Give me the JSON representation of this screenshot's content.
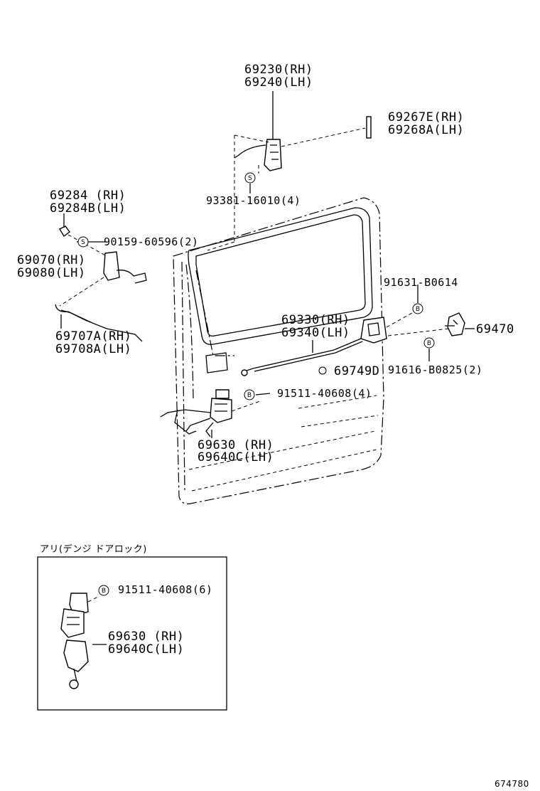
{
  "parts": {
    "outside_handle": {
      "rh": "69230(RH)",
      "lh": "69240(LH)"
    },
    "handle_pad": {
      "rh": "69267E(RH)",
      "lh": "69268A(LH)"
    },
    "screw_handle": "93381-16010(4)",
    "lock_rod_clip": {
      "rh": "69284 (RH)",
      "lh": "69284B(LH)"
    },
    "screw_front": "90159-60596(2)",
    "lock_remote": {
      "rh": "69070(RH)",
      "lh": "69080(LH)"
    },
    "rod_front": {
      "rh": "69707A(RH)",
      "lh": "69708A(LH)"
    },
    "bolt_rear_upper": "91631-B0614",
    "rear_lock": {
      "rh": "69330(RH)",
      "lh": "69340(LH)"
    },
    "striker": "69470",
    "clip_rod": "69749D",
    "bolt_striker": "91616-B0825(2)",
    "bolt_lower": "91511-40608(4)",
    "lower_lock": {
      "rh": "69630 (RH)",
      "lh": "69640C(LH)"
    }
  },
  "inset": {
    "caption": "アリ(デンジ ドアロック)",
    "bolt": "91511-40608(6)",
    "lock": {
      "rh": "69630 (RH)",
      "lh": "69640C(LH)"
    }
  },
  "symbols": {
    "s": "S",
    "b": "B"
  },
  "figure_number": "674780"
}
